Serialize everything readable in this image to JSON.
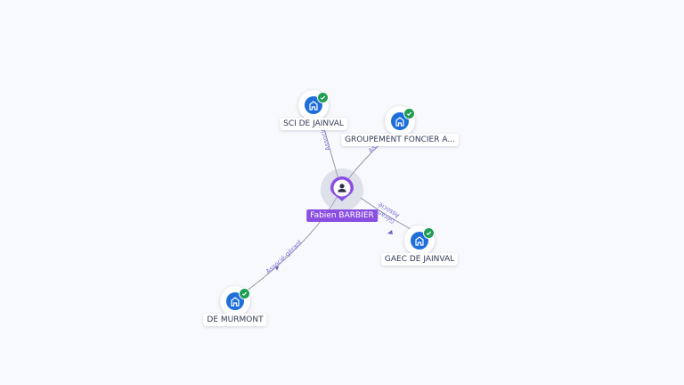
{
  "graph": {
    "center": {
      "name": "Fabien BARBIER",
      "icon": "person-icon",
      "accent": "#8a4fe0"
    },
    "nodes": [
      {
        "name": "SCI DE JAINVAL",
        "icon": "building-icon",
        "badge": "check-icon"
      },
      {
        "name": "GROUPEMENT FONCIER A...",
        "icon": "building-icon",
        "badge": "check-icon"
      },
      {
        "name": "GAEC DE JAINVAL",
        "icon": "building-icon",
        "badge": "check-icon"
      },
      {
        "name": "DE MURMONT",
        "icon": "building-icon",
        "badge": "check-icon"
      }
    ],
    "edges": [
      {
        "label": "Associé"
      },
      {
        "label": "Associé"
      },
      {
        "label": "Gérant"
      },
      {
        "label": "Associé"
      },
      {
        "label": "Associé-gérant"
      }
    ],
    "colors": {
      "company": "#1f6fdb",
      "badge": "#1f9d55",
      "edge_label": "#7b6fd6",
      "background": "#f8f9fc"
    }
  }
}
